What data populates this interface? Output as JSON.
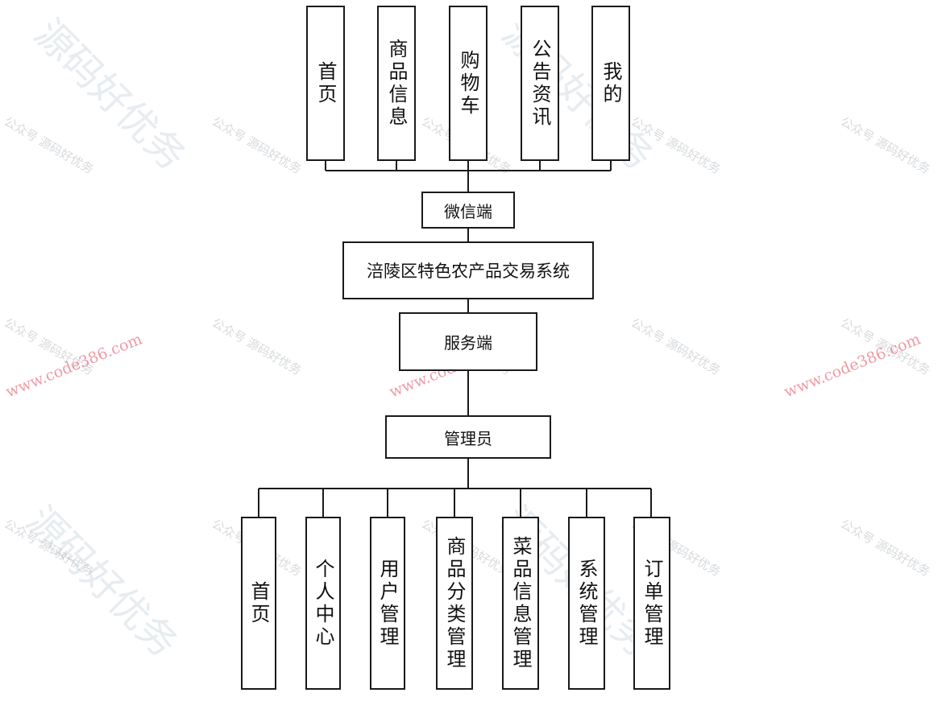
{
  "diagram": {
    "top_modules": [
      "首页",
      "商品信息",
      "购物车",
      "公告资讯",
      "我的"
    ],
    "client_label": "微信端",
    "system_title": "涪陵区特色农产品交易系统",
    "server_label": "服务端",
    "admin_label": "管理员",
    "admin_modules": [
      "首页",
      "个人中心",
      "用户管理",
      "商品分类管理",
      "菜品信息管理",
      "系统管理",
      "订单管理"
    ]
  },
  "watermark": {
    "large_text": "源码好优务",
    "small_text": "公众号 源码好优务",
    "url_text": "www.code386.com"
  },
  "colors": {
    "border": "#1a1a1a",
    "line": "#1a1a1a",
    "watermark_gray": "#7896aa",
    "watermark_url": "#e1465a"
  }
}
